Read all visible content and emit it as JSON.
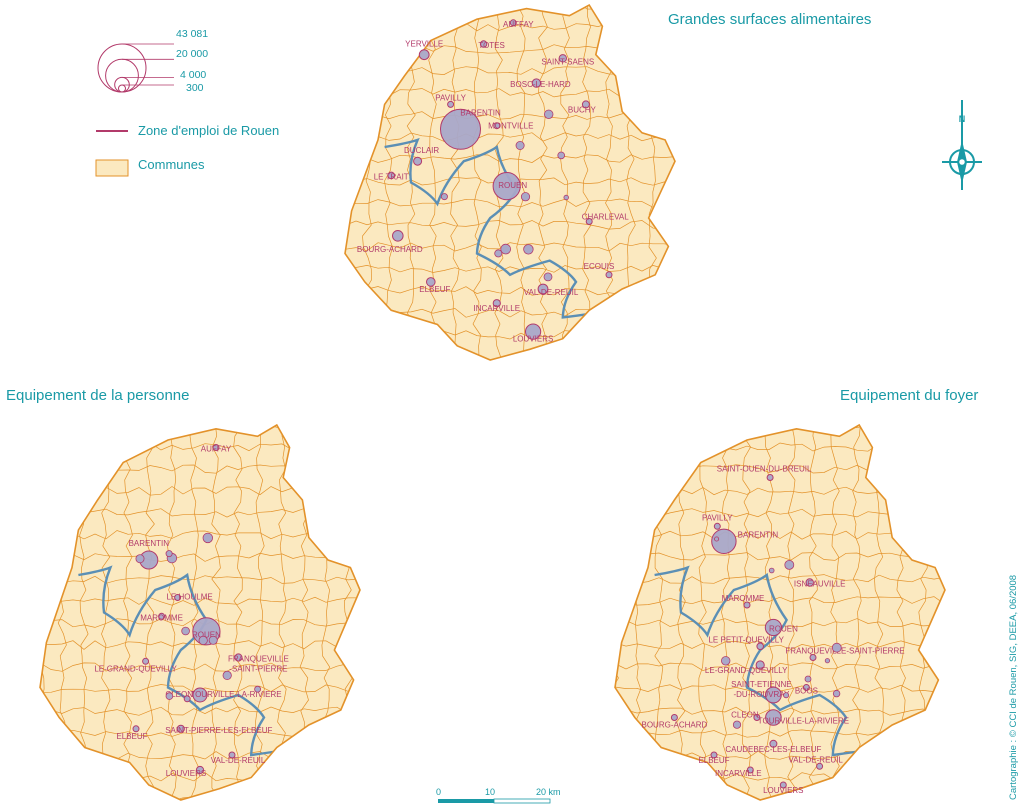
{
  "titles": {
    "map1": "Grandes surfaces alimentaires",
    "map2": "Equipement de la personne",
    "map3": "Equipement du foyer"
  },
  "legend": {
    "sizes": [
      {
        "label": "43 081",
        "value": 43081
      },
      {
        "label": "20 000",
        "value": 20000
      },
      {
        "label": "4 000",
        "value": 4000
      },
      {
        "label": "300",
        "value": 300
      }
    ],
    "zone_label": "Zone d'emploi de Rouen",
    "communes_label": "Communes"
  },
  "compass": {
    "north_label": "N"
  },
  "scale_bar": {
    "labels": [
      "0",
      "10",
      "20 km"
    ]
  },
  "credits": "Cartographie : © CCI de Rouen, SIG, DEEA, 06/2008",
  "colors": {
    "land": "#fbe9c0",
    "border": "#e3922a",
    "bubble_fill": "#a9a8c9",
    "bubble_stroke": "#b23a6a",
    "river": "#5b8fb5",
    "label": "#b23a6a",
    "teal": "#1a9aa6"
  },
  "maps": [
    {
      "id": "grandes-surfaces",
      "places": [
        {
          "name": "YERVILLE",
          "value": 2600
        },
        {
          "name": "TOTES",
          "value": 1100
        },
        {
          "name": "AUFFAY",
          "value": 700
        },
        {
          "name": "SAINT-SAENS",
          "value": 1500
        },
        {
          "name": "PAVILLY",
          "value": 650
        },
        {
          "name": "BOSC-LE-HARD",
          "value": 1900
        },
        {
          "name": "BARENTIN",
          "value": 43081
        },
        {
          "name": "MONTVILLE",
          "value": 900
        },
        {
          "name": "BUCHY",
          "value": 1300
        },
        {
          "name": "DUCLAIR",
          "value": 1700
        },
        {
          "name": "LE TRAIT",
          "value": 1200
        },
        {
          "name": "ROUEN",
          "value": 20000
        },
        {
          "name": "CHARLEVAL",
          "value": 900
        },
        {
          "name": "BOURG-ACHARD",
          "value": 3000
        },
        {
          "name": "ECOUIS",
          "value": 700
        },
        {
          "name": "ELBEUF",
          "value": 2000
        },
        {
          "name": "VAL-DE-REUIL",
          "value": 2600
        },
        {
          "name": "INCARVILLE",
          "value": 1400
        },
        {
          "name": "LOUVIERS",
          "value": 6200
        }
      ]
    },
    {
      "id": "equipement-personne",
      "places": [
        {
          "name": "AUFFAY",
          "value": 350
        },
        {
          "name": "BARENTIN",
          "value": 8800
        },
        {
          "name": "LE HOULME",
          "value": 400
        },
        {
          "name": "MAROMME",
          "value": 600
        },
        {
          "name": "ROUEN",
          "value": 20000
        },
        {
          "name": "LE-GRAND-QUEVILLY",
          "value": 900
        },
        {
          "name": "FRANQUEVILLE -SAINT-PIERRE",
          "value": 1400
        },
        {
          "name": "CLEON",
          "value": 900
        },
        {
          "name": "TOURVILLE-LA-RIVIERE",
          "value": 5300
        },
        {
          "name": "ELBEUF",
          "value": 500
        },
        {
          "name": "SAINT-PIERRE-LES-ELBEUF",
          "value": 1400
        },
        {
          "name": "VAL-DE-REUIL",
          "value": 400
        },
        {
          "name": "LOUVIERS",
          "value": 1400
        }
      ]
    },
    {
      "id": "equipement-foyer",
      "places": [
        {
          "name": "SAINT-OUEN-DU-BREUIL",
          "value": 500
        },
        {
          "name": "PAVILLY",
          "value": 350
        },
        {
          "name": "BARENTIN",
          "value": 16000
        },
        {
          "name": "ISNEAUVILLE",
          "value": 1500
        },
        {
          "name": "MAROMME",
          "value": 1000
        },
        {
          "name": "ROUEN",
          "value": 7000
        },
        {
          "name": "LE PETIT-QUEVILLY",
          "value": 1200
        },
        {
          "name": "FRANQUEVILLE-SAINT-PIERRE",
          "value": 900
        },
        {
          "name": "LE-GRAND-QUEVILLY",
          "value": 1800
        },
        {
          "name": "SAINT-ETIENNE -DU-ROUVRAY",
          "value": 6800
        },
        {
          "name": "BOOS",
          "value": 500
        },
        {
          "name": "BOURG-ACHARD",
          "value": 400
        },
        {
          "name": "CLEON",
          "value": 900
        },
        {
          "name": "TOURVILLE-LA-RIVIERE",
          "value": 6500
        },
        {
          "name": "CAUDEBEC-LES-ELBEUF",
          "value": 1300
        },
        {
          "name": "ELBEUF",
          "value": 500
        },
        {
          "name": "INCARVILLE",
          "value": 400
        },
        {
          "name": "VAL-DE-REUIL",
          "value": 1000
        },
        {
          "name": "LOUVIERS",
          "value": 800
        }
      ]
    }
  ]
}
